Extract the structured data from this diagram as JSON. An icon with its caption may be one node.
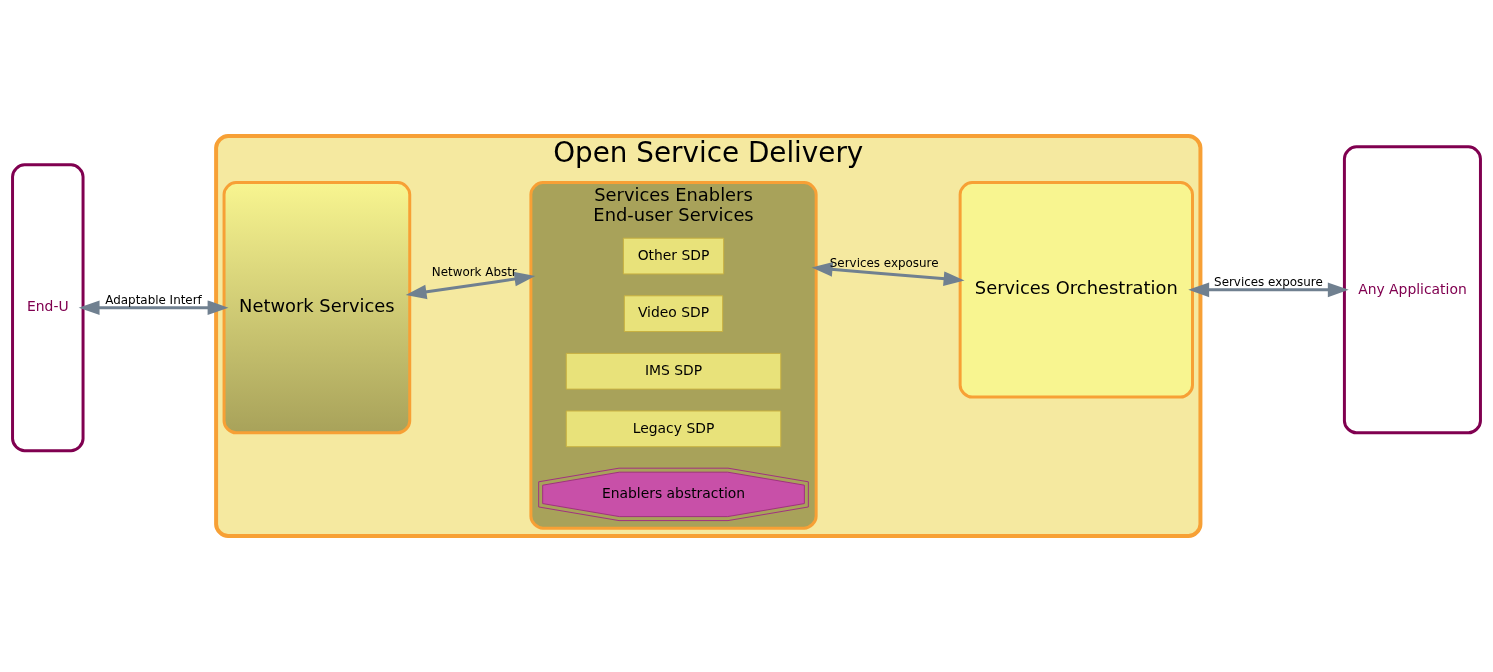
{
  "diagram": {
    "nodes": [
      {
        "text": [
          "End-U"
        ]
      },
      {
        "text": [
          "Open Service Delivery"
        ]
      },
      {
        "text": [
          "Network Services"
        ],
        "in": 1
      },
      {
        "text": [
          "Services Enablers",
          "End-user Services"
        ],
        "in": 1
      },
      {
        "text": [
          "Other SDP"
        ],
        "in": 3
      },
      {
        "text": [
          "Video SDP"
        ],
        "in": 3
      },
      {
        "text": [
          "IMS SDP"
        ],
        "in": 3
      },
      {
        "text": [
          "Legacy SDP"
        ],
        "in": 3
      },
      {
        "text": [
          "Enablers abstraction"
        ],
        "in": 3
      },
      {
        "text": [
          "Services Orchestration"
        ],
        "in": 1
      },
      {
        "text": [
          "Any Application"
        ]
      }
    ],
    "edges": [
      {
        "from": 0,
        "to": 2,
        "arrow": "both",
        "label": "Adaptable Interf"
      },
      {
        "from": 2,
        "to": 3,
        "arrow": "both",
        "label": "Network Abstr"
      },
      {
        "from": 3,
        "to": 9,
        "arrow": "both",
        "label": "Services exposure"
      },
      {
        "from": 9,
        "to": 10,
        "arrow": "both",
        "label": "Services exposure"
      }
    ]
  }
}
